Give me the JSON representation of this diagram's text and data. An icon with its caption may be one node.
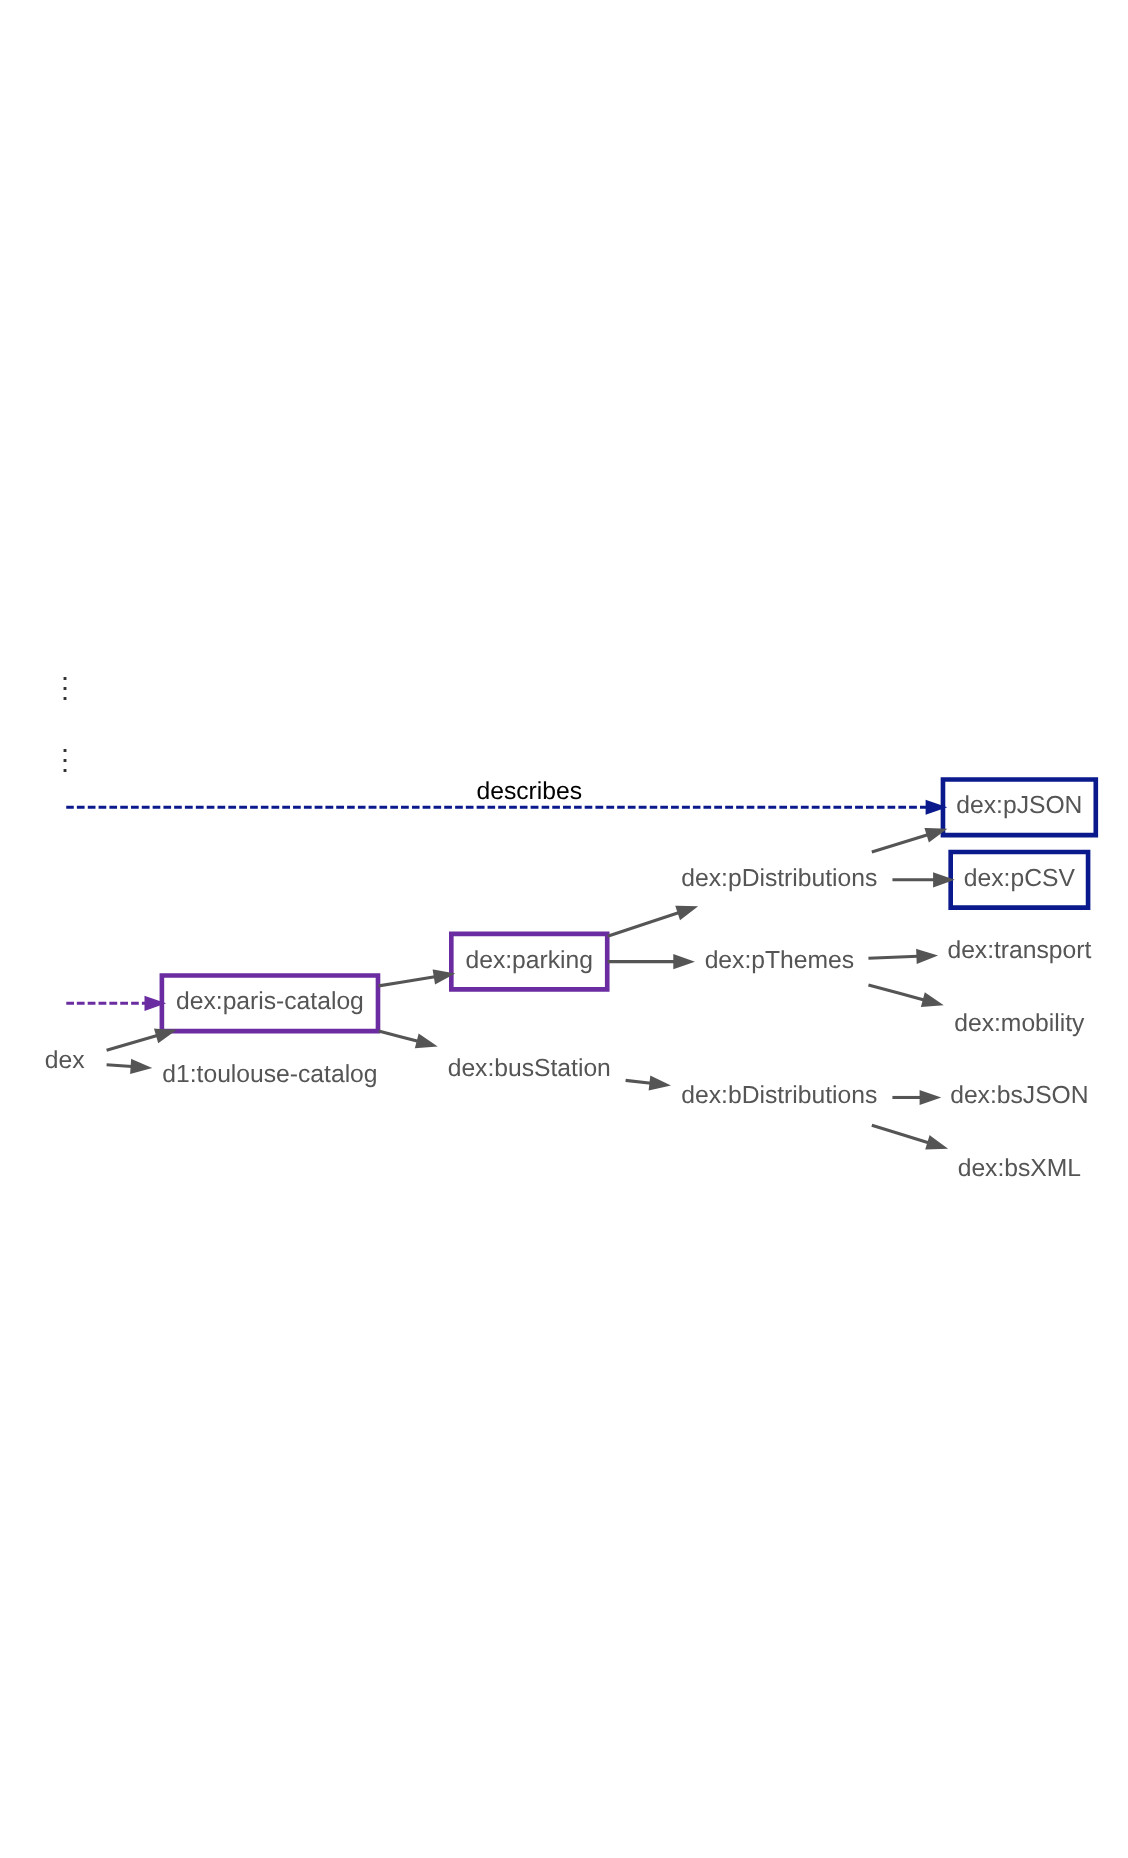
{
  "diagram": {
    "nodes": [
      {
        "text": [
          "dex"
        ]
      },
      {
        "text": [
          "dex:paris-catalog"
        ]
      },
      {
        "text": [
          "dex:parking"
        ]
      },
      {
        "text": [
          "dex:pDistributions"
        ]
      },
      {
        "text": [
          "dex:pJSON"
        ]
      },
      {
        "text": [
          "dex:pCSV"
        ]
      },
      {
        "text": [
          "dex:pThemes"
        ]
      },
      {
        "text": [
          "dex:transport"
        ]
      },
      {
        "text": [
          "dex:mobility"
        ]
      },
      {
        "text": [
          "dex:busStation"
        ]
      },
      {
        "text": [
          "dex:bDistributions"
        ]
      },
      {
        "text": [
          "dex:bsJSON"
        ]
      },
      {
        "text": [
          "dex:bsXML"
        ]
      },
      {
        "text": [
          "d1:toulouse-catalog"
        ]
      }
    ],
    "edges": [
      {
        "from": 0,
        "to": 1,
        "arrow": "to"
      },
      {
        "from": 1,
        "to": 2,
        "arrow": "to"
      },
      {
        "from": 2,
        "to": 3,
        "arrow": "to"
      },
      {
        "from": 3,
        "to": 4,
        "arrow": "to"
      },
      {
        "from": 3,
        "to": 5,
        "arrow": "to"
      },
      {
        "from": 2,
        "to": 6,
        "arrow": "to"
      },
      {
        "from": 6,
        "to": 7,
        "arrow": "to"
      },
      {
        "from": 6,
        "to": 8,
        "arrow": "to"
      },
      {
        "from": 1,
        "to": 9,
        "arrow": "to"
      },
      {
        "from": 9,
        "to": 10,
        "arrow": "to"
      },
      {
        "from": 10,
        "to": 11,
        "arrow": "to"
      },
      {
        "from": 10,
        "to": 12,
        "arrow": "to"
      },
      {
        "from": 0,
        "to": 13,
        "arrow": "to"
      },
      {
        "from": null,
        "to": 1,
        "arrow": "to",
        "style": "dashed",
        "color": "#6a2ca0"
      },
      {
        "from": null,
        "to": 4,
        "arrow": "to",
        "label": "describes",
        "style": "dashed",
        "color": "#0a1a8c"
      }
    ],
    "labels": [
      "⋮",
      "⋮"
    ]
  }
}
